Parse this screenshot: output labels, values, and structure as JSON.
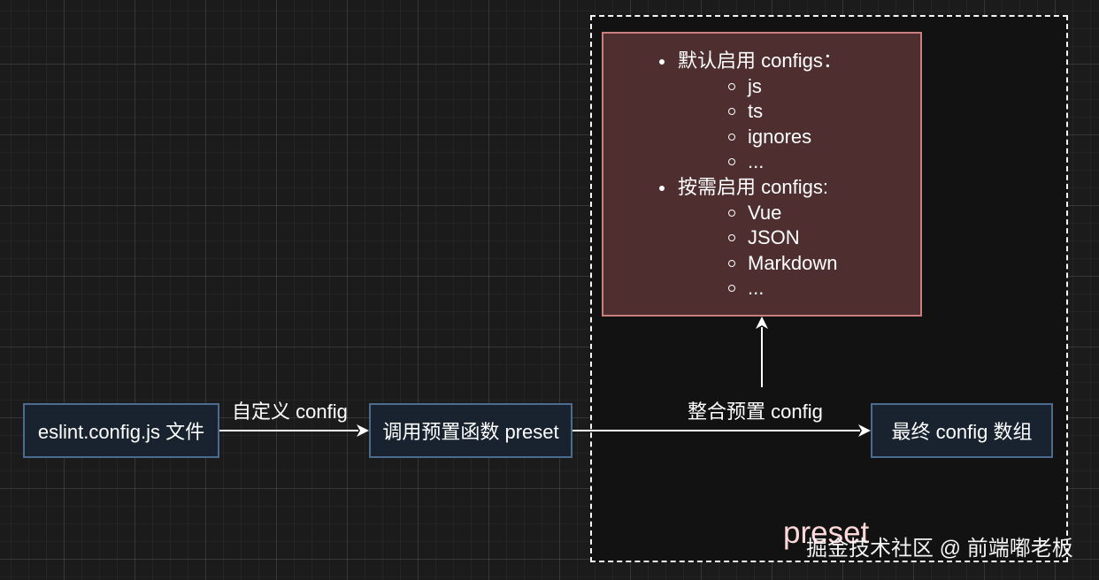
{
  "preset_region": {
    "label": "preset"
  },
  "nodes": {
    "eslint_config": "eslint.config.js 文件",
    "preset_function": "调用预置函数 preset",
    "final_config": "最终 config 数组"
  },
  "edges": {
    "custom_config": "自定义 config",
    "merge_preset": "整合预置 config"
  },
  "config_box": {
    "default_title": "默认启用 configs：",
    "default_items": [
      "js",
      "ts",
      "ignores",
      "..."
    ],
    "optional_title": "按需启用 configs:",
    "optional_items": [
      "Vue",
      "JSON",
      "Markdown",
      "..."
    ]
  },
  "watermark": "掘金技术社区 @ 前端嘟老板",
  "colors": {
    "background": "#1b1b1c",
    "node_fill": "#18232f",
    "node_border": "#4c6b8f",
    "config_fill": "#4e2e2f",
    "config_border": "#c97f7e",
    "preset_label": "#ffd9d9"
  }
}
